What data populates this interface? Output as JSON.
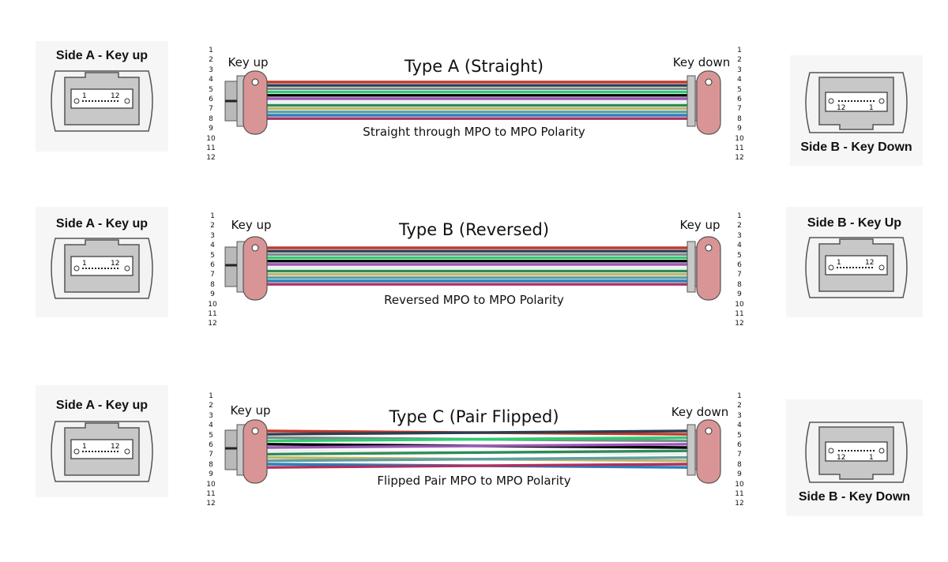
{
  "pin_numbers": [
    "1",
    "2",
    "3",
    "4",
    "5",
    "6",
    "7",
    "8",
    "9",
    "10",
    "11",
    "12"
  ],
  "fiber_colors": [
    "#c0392b",
    "#2c3e50",
    "#7f8c8d",
    "#2ecc71",
    "#000000",
    "#9b59b6",
    "#ecf0f1",
    "#2e8b57",
    "#bdb76b",
    "#5f9ea0",
    "#2980b9",
    "#b03060"
  ],
  "rows": [
    {
      "id": "type-a",
      "title": "Type A (Straight)",
      "caption": "Straight through MPO to MPO Polarity",
      "left_key_label": "Key up",
      "right_key_label": "Key down",
      "side_a_label": "Side A - Key up",
      "side_b_label": "Side B - Key Down",
      "side_a_pins": {
        "left": "1",
        "right": "12"
      },
      "side_b_pins": {
        "left": "12",
        "right": "1"
      },
      "side_b_key": "down",
      "fiber_mode": "straight"
    },
    {
      "id": "type-b",
      "title": "Type B (Reversed)",
      "caption": "Reversed MPO to MPO Polarity",
      "left_key_label": "Key up",
      "right_key_label": "Key up",
      "side_a_label": "Side A - Key up",
      "side_b_label": "Side B - Key Up",
      "side_a_pins": {
        "left": "1",
        "right": "12"
      },
      "side_b_pins": {
        "left": "1",
        "right": "12"
      },
      "side_b_key": "up",
      "fiber_mode": "straight"
    },
    {
      "id": "type-c",
      "title": "Type C (Pair Flipped)",
      "caption": "Flipped Pair MPO to MPO Polarity",
      "left_key_label": "Key up",
      "right_key_label": "Key down",
      "side_a_label": "Side A - Key up",
      "side_b_label": "Side B - Key Down",
      "side_a_pins": {
        "left": "1",
        "right": "12"
      },
      "side_b_pins": {
        "left": "12",
        "right": "1"
      },
      "side_b_key": "down",
      "fiber_mode": "pair-flipped"
    }
  ]
}
